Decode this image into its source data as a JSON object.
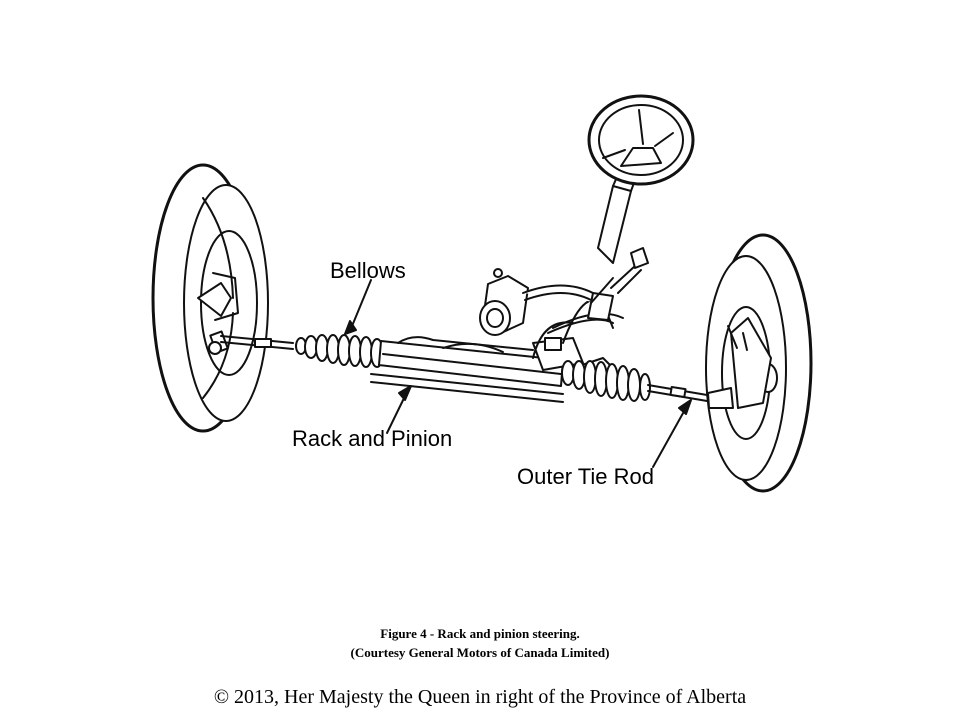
{
  "diagram": {
    "labels": {
      "bellows": "Bellows",
      "rack_and_pinion": "Rack and Pinion",
      "outer_tie_rod": "Outer Tie Rod"
    }
  },
  "caption": {
    "line1": "Figure 4 - Rack and pinion steering.",
    "line2": "(Courtesy General Motors of Canada Limited)"
  },
  "footer": {
    "copyright": "© 2013, Her Majesty the Queen in right of the Province of Alberta"
  }
}
